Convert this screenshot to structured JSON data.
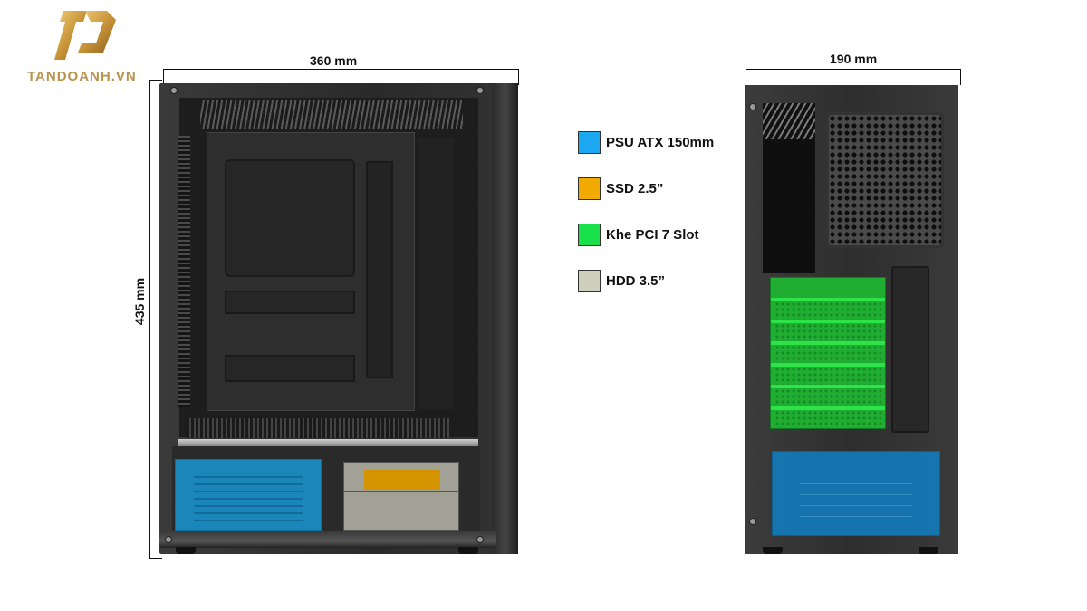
{
  "logo": {
    "mark": "TD",
    "text": "TANDOANH.VN",
    "color": "#b8924a"
  },
  "dimensions": {
    "width_side": "360 mm",
    "height_side": "435 mm",
    "width_rear": "190 mm"
  },
  "legend": {
    "items": [
      {
        "label": "PSU ATX 150mm",
        "color": "#1ca8f0"
      },
      {
        "label": "SSD 2.5”",
        "color": "#f2a900"
      },
      {
        "label": "Khe PCI 7 Slot",
        "color": "#18e04a"
      },
      {
        "label": "HDD 3.5”",
        "color": "#cfcfbd"
      }
    ]
  },
  "views": {
    "side": {
      "name": "side-view",
      "psu_color": "#1896d2",
      "ssd_color": "#d49400",
      "hdd_color": "#a1a196"
    },
    "rear": {
      "name": "rear-view",
      "pci_slots": 7,
      "pci_color": "#1fae32",
      "psu_color": "#1478b4"
    }
  }
}
